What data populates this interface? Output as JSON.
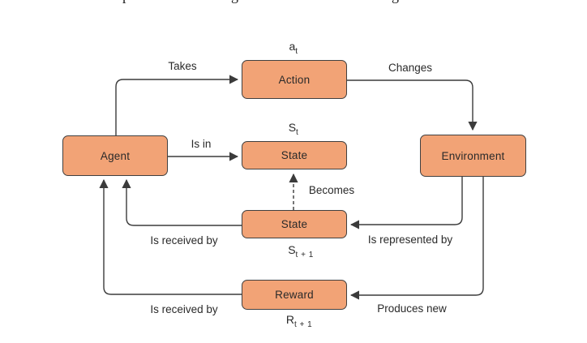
{
  "diagram": {
    "nodes": {
      "agent": "Agent",
      "action": "Action",
      "state_t": "State",
      "environment": "Environment",
      "state_t1": "State",
      "reward": "Reward"
    },
    "symbols": {
      "action": {
        "base": "a",
        "sub": "t"
      },
      "state_t": {
        "base": "S",
        "sub": "t"
      },
      "state_t1": {
        "base": "S",
        "sub": "t + 1"
      },
      "reward_t1": {
        "base": "R",
        "sub": "t + 1"
      }
    },
    "edge_labels": {
      "takes": "Takes",
      "changes": "Changes",
      "is_in": "Is in",
      "becomes": "Becomes",
      "is_received_by_state": "Is received by",
      "is_represented_by": "Is represented by",
      "is_received_by_reward": "Is received by",
      "produces_new": "Produces new"
    },
    "top_clipped_fragments": {
      "f1": "p",
      "f2": "g",
      "f3": "g"
    },
    "colors": {
      "node_fill": "#F2A376",
      "node_border": "#404040",
      "line": "#3B3B3B",
      "text": "#2A2A2A",
      "background": "#FFFFFF"
    }
  }
}
